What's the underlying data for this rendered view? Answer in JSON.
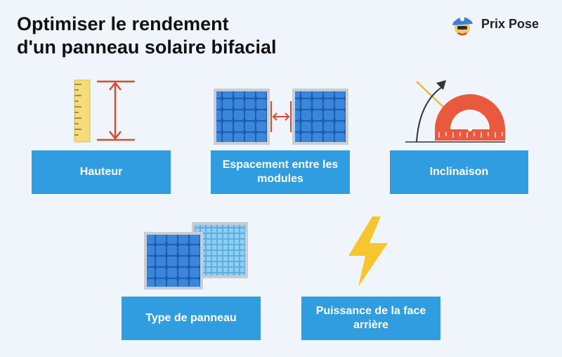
{
  "title": {
    "line1": "Optimiser le rendement",
    "line2": "d'un panneau solaire bifacial"
  },
  "brand": {
    "name": "Prix Pose",
    "logo_icon": "mascot-logo-icon"
  },
  "cards": [
    {
      "label": "Hauteur",
      "icon": "ruler-height-icon"
    },
    {
      "label": "Espacement entre les modules",
      "icon": "panel-spacing-icon"
    },
    {
      "label": "Inclinaison",
      "icon": "protractor-tilt-icon"
    },
    {
      "label": "Type de panneau",
      "icon": "panel-types-icon"
    },
    {
      "label": "Puissance de la face arrière",
      "icon": "lightning-icon"
    }
  ],
  "colors": {
    "card": "#2f9ddf",
    "background": "#f0f5fb",
    "panel": "#2f7fd6",
    "accent": "#e8573a",
    "bolt": "#f7c62f"
  }
}
